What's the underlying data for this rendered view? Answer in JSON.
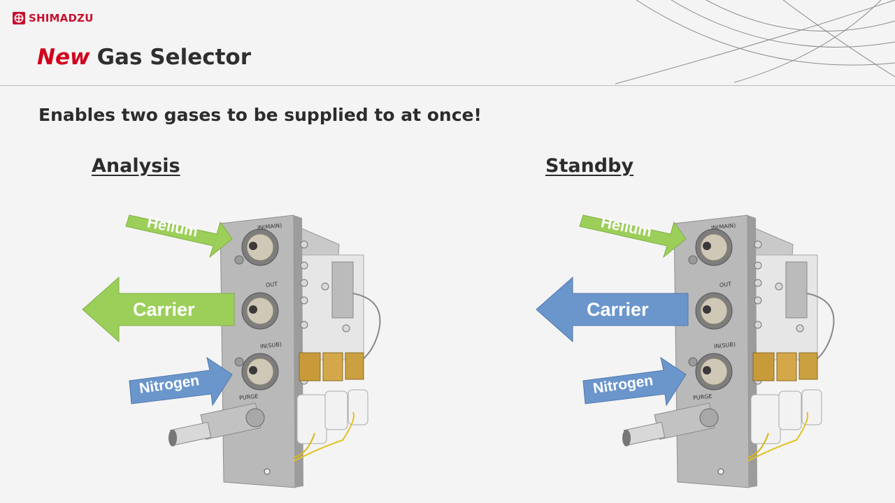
{
  "brand": {
    "name": "SHIMADZU",
    "color": "#c8102e"
  },
  "header": {
    "title_accent": "New",
    "title_rest": "Gas Selector"
  },
  "subtitle": "Enables two gases to be supplied to at once!",
  "colors": {
    "green_arrow": "#9ccf5a",
    "blue_arrow": "#6b96cc",
    "title_red": "#d0021b"
  },
  "panels": [
    {
      "heading": "Analysis",
      "arrows": {
        "top": "Helium",
        "middle": "Carrier",
        "bottom": "Nitrogen"
      },
      "carrier_color": "green"
    },
    {
      "heading": "Standby",
      "arrows": {
        "top": "Helium",
        "middle": "Carrier",
        "bottom": "Nitrogen"
      },
      "carrier_color": "blue"
    }
  ],
  "device_labels": {
    "main_in": "IN(MAIN)",
    "out": "OUT",
    "sub_in": "IN(SUB)",
    "purge": "PURGE"
  }
}
